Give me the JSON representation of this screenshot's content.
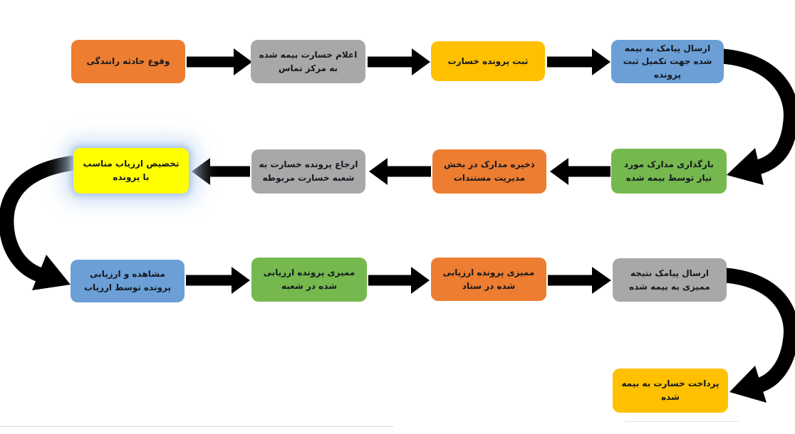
{
  "flowchart": {
    "title": "car-insurance-claim-process-flowchart",
    "direction": "rtl",
    "nodes": [
      {
        "id": "accident",
        "label": "وقوع حادثه رانندگی",
        "color_key": "orange"
      },
      {
        "id": "report-call-center",
        "label": "اعلام خسارت بیمه شده به مرکز تماس",
        "color_key": "gray"
      },
      {
        "id": "register-file",
        "label": "ثبت پرونده خسارت",
        "color_key": "gold"
      },
      {
        "id": "sms-complete",
        "label": "ارسال پیامک به بیمه شده جهت تکمیل ثبت پرونده",
        "color_key": "blue"
      },
      {
        "id": "upload-docs",
        "label": "بارگذاری مدارک مورد نیاز توسط بیمه شده",
        "color_key": "green"
      },
      {
        "id": "store-docs",
        "label": "ذخیره مدارک در بخش مدیریت مستندات",
        "color_key": "orange"
      },
      {
        "id": "refer-branch",
        "label": "ارجاع پرونده خسارت به شعبه خسارت مربوطه",
        "color_key": "gray"
      },
      {
        "id": "assign-assessor",
        "label": "تخصیص ارزیاب مناسب با پرونده",
        "color_key": "highlight-yellow"
      },
      {
        "id": "assessor-review",
        "label": "مشاهده و ارزیابی پرونده توسط ارزیاب",
        "color_key": "blue"
      },
      {
        "id": "audit-branch",
        "label": "ممیزی پرونده ارزیابی شده در شعبه",
        "color_key": "green"
      },
      {
        "id": "audit-hq",
        "label": "ممیزی پرونده ارزیابی شده در ستاد",
        "color_key": "orange"
      },
      {
        "id": "sms-audit-result",
        "label": "ارسال پیامک نتیجه ممیزی به بیمه شده",
        "color_key": "gray"
      },
      {
        "id": "pay-claim",
        "label": "پرداخت خسارت به بیمه شده",
        "color_key": "gold"
      }
    ],
    "colors": {
      "orange": "#ED7D31",
      "gray": "#A8A8A8",
      "gold": "#FFC000",
      "blue": "#6B9FD6",
      "green": "#75B94E",
      "highlight-yellow": "#FFFF00",
      "highlight-glow": "#C6D9F1",
      "arrow": "#000000",
      "text": "#14181F"
    },
    "edges_note": "row1 left-to-right, curve down right side, row2 right-to-left, curve down left side, row3 left-to-right, curve down right side to final payment node"
  }
}
